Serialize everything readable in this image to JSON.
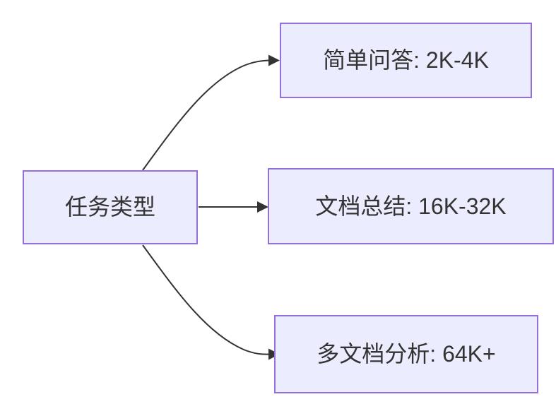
{
  "diagram": {
    "type": "flowchart",
    "direction": "left-to-right",
    "root": {
      "label": "任务类型"
    },
    "children": [
      {
        "label": "简单问答: 2K-4K"
      },
      {
        "label": "文档总结: 16K-32K"
      },
      {
        "label": "多文档分析: 64K+"
      }
    ],
    "edges": [
      {
        "from": "任务类型",
        "to": "简单问答: 2K-4K"
      },
      {
        "from": "任务类型",
        "to": "文档总结: 16K-32K"
      },
      {
        "from": "任务类型",
        "to": "多文档分析: 64K+"
      }
    ],
    "colors": {
      "node_fill": "#ECECFF",
      "node_border": "#9370DB",
      "text": "#333333",
      "edge": "#333333",
      "background": "#FFFFFF"
    }
  }
}
